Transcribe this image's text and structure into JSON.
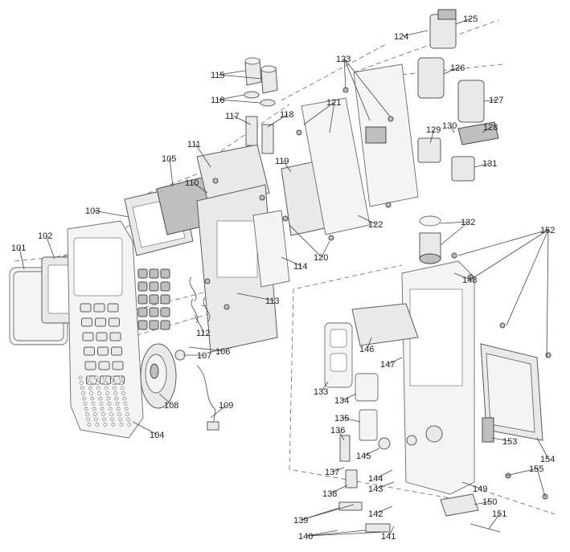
{
  "callouts": [
    "101",
    "102",
    "103",
    "104",
    "105",
    "106",
    "107",
    "108",
    "109",
    "110",
    "111",
    "112",
    "113",
    "114",
    "115",
    "116",
    "117",
    "118",
    "119",
    "120",
    "121",
    "122",
    "123",
    "124",
    "125",
    "126",
    "127",
    "128",
    "129",
    "130",
    "131",
    "132",
    "133",
    "134",
    "135",
    "136",
    "137",
    "138",
    "139",
    "140",
    "141",
    "142",
    "143",
    "144",
    "145",
    "146",
    "147",
    "148",
    "149",
    "150",
    "151",
    "152",
    "153",
    "154",
    "155"
  ]
}
